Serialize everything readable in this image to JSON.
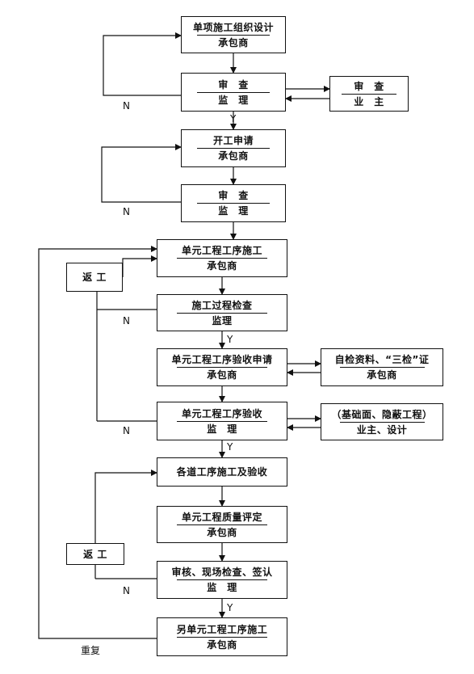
{
  "boxes": {
    "b1": {
      "top": "单项施工组织设计",
      "bottom": "承包商"
    },
    "b2": {
      "top": "审　查",
      "bottom": "监　理"
    },
    "b2s": {
      "top": "审　查",
      "bottom": "业　主"
    },
    "b3": {
      "top": "开工申请",
      "bottom": "承包商"
    },
    "b4": {
      "top": "审　查",
      "bottom": "监　理"
    },
    "b5": {
      "top": "单元工程工序施工",
      "bottom": "承包商"
    },
    "rework1": {
      "top": "返 工"
    },
    "b6": {
      "top": "施工过程检查",
      "bottom": "监理"
    },
    "b7": {
      "top": "单元工程工序验收申请",
      "bottom": "承包商"
    },
    "b7s": {
      "top": "自检资料、“三检”证",
      "bottom": "承包商"
    },
    "b8": {
      "top": "单元工程工序验收",
      "bottom": "监　理"
    },
    "b8s": {
      "top": "（基础面、隐蔽工程）",
      "bottom": "业主、设计"
    },
    "b9": {
      "top": "各道工序施工及验收"
    },
    "b10": {
      "top": "单元工程质量评定",
      "bottom": "承包商"
    },
    "rework2": {
      "top": "返 工"
    },
    "b11": {
      "top": "审核、现场检查、签认",
      "bottom": "监　理"
    },
    "b12": {
      "top": "另单元工程工序施工",
      "bottom": "承包商"
    }
  },
  "labels": {
    "n": "N",
    "y": "Y",
    "repeat": "重复"
  }
}
